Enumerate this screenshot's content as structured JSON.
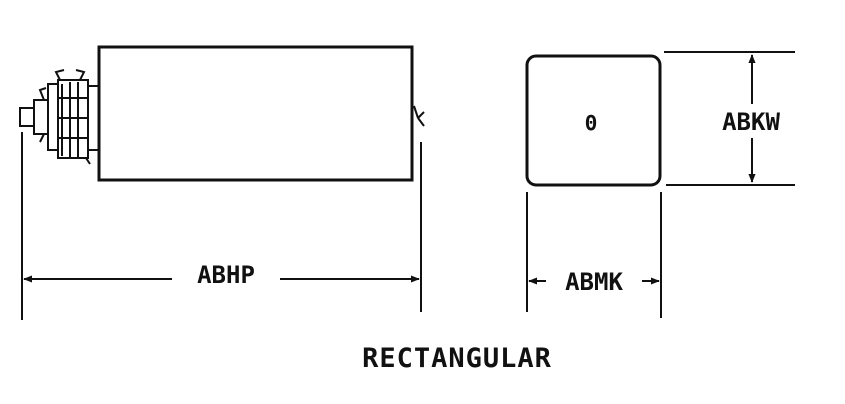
{
  "diagram": {
    "title": "RECTANGULAR",
    "dimensions": {
      "length": "ABHP",
      "width": "ABMK",
      "height": "ABKW"
    },
    "symbols": {
      "terminal_mark": "Θ"
    },
    "colors": {
      "ink": "#111111",
      "background": "#ffffff"
    }
  }
}
